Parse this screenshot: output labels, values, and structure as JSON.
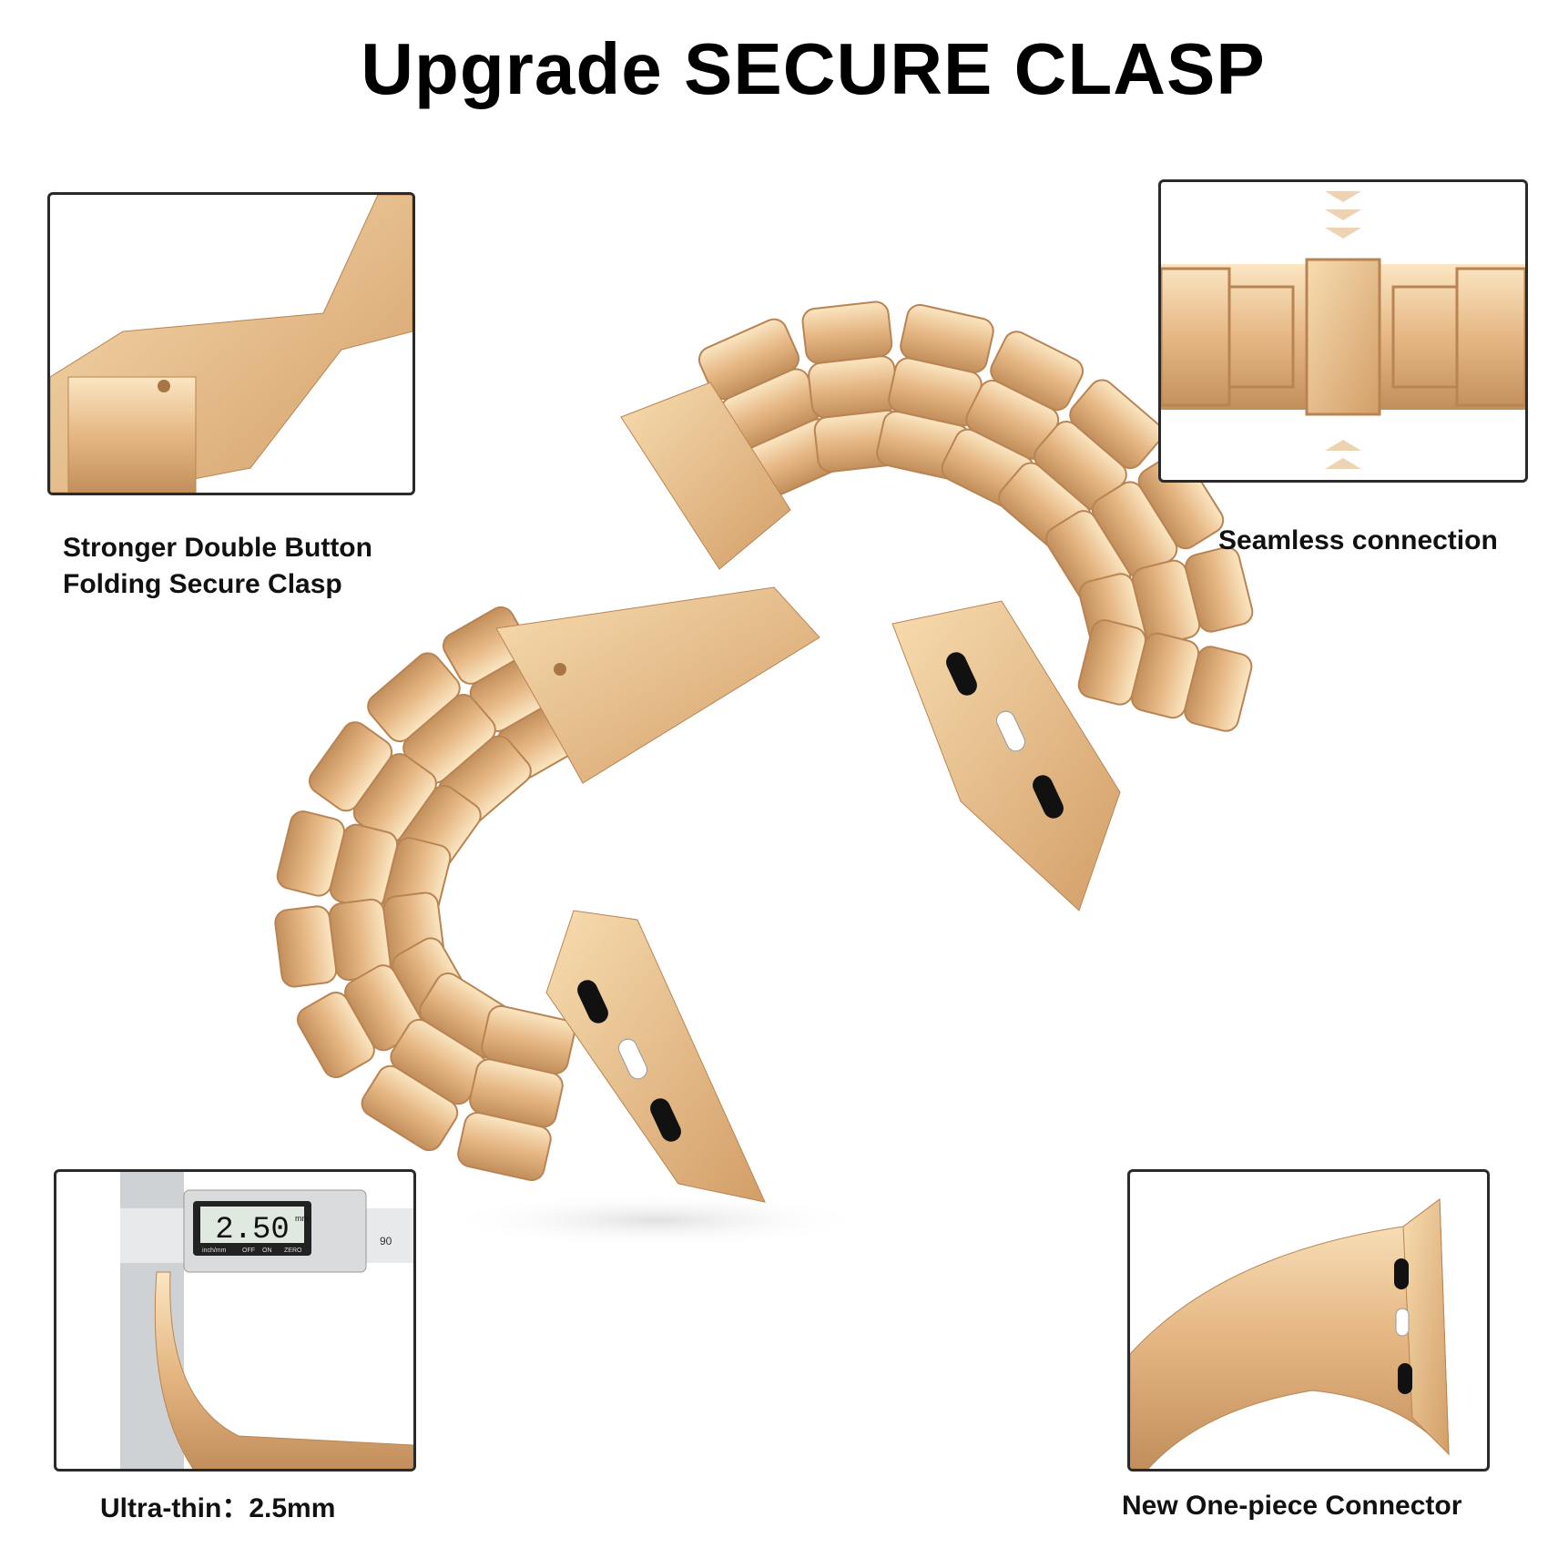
{
  "title": "Upgrade SECURE CLASP",
  "colors": {
    "gold_light": "#f6d9a8",
    "gold_mid": "#e0b07a",
    "gold_dark": "#b98453",
    "border": "#2a2a2a"
  },
  "features": [
    {
      "caption_lines": [
        "Stronger Double Button",
        "Folding Secure Clasp"
      ]
    },
    {
      "caption_lines": [
        "Seamless connection"
      ]
    },
    {
      "caption_lines": [
        "Ultra-thin：2.5mm"
      ]
    },
    {
      "caption_lines": [
        "New One-piece Connector"
      ]
    }
  ],
  "caliper": {
    "reading": "2.50",
    "unit": "mm",
    "labels": [
      "inch/mm",
      "OFF",
      "ON",
      "ZERO"
    ],
    "scale": "90"
  }
}
